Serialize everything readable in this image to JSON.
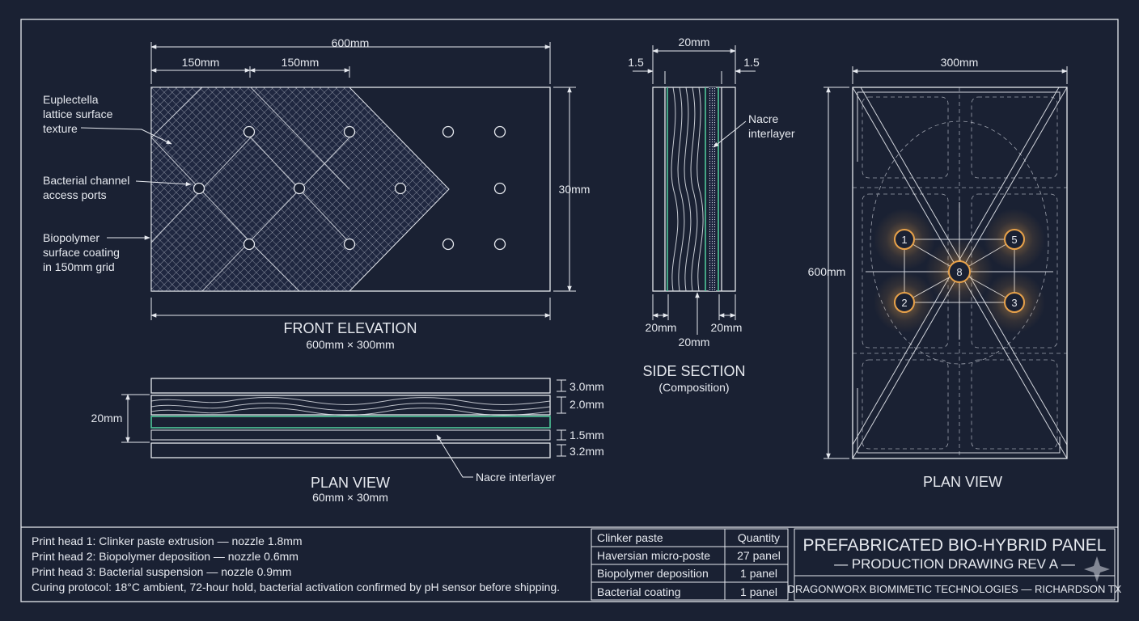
{
  "front": {
    "dim_total": "600mm",
    "dim_a": "150mm",
    "dim_b": "150mm",
    "dim_height": "30mm",
    "callout_lattice": [
      "Euplectella",
      "lattice surface",
      "texture"
    ],
    "callout_ports": [
      "Bacterial channel",
      "access ports"
    ],
    "callout_coating": [
      "Biopolymer",
      "surface coating",
      "in 150mm grid"
    ],
    "title": "FRONT ELEVATION",
    "subtitle": "600mm × 300mm"
  },
  "side": {
    "dim_top": "20mm",
    "dim_left": "1.5",
    "dim_right": "1.5",
    "nacre_label": [
      "Nacre",
      "interlayer"
    ],
    "dim_bot_left": "20mm",
    "dim_bot_mid": "20mm",
    "dim_bot_right": "20mm",
    "title": "SIDE SECTION",
    "subtitle": "(Composition)"
  },
  "plan_small": {
    "dim_height": "20mm",
    "layers": [
      "3.0mm",
      "2.0mm",
      "1.5mm",
      "3.2mm"
    ],
    "nacre_label": "Nacre interlayer",
    "title": "PLAN VIEW",
    "subtitle": "60mm × 30mm"
  },
  "plan_large": {
    "dim_width": "300mm",
    "dim_height": "600mm",
    "nodes": [
      "1",
      "5",
      "8",
      "2",
      "3"
    ],
    "title": "PLAN VIEW"
  },
  "notes": [
    "Print head 1: Clinker paste extrusion — nozzle 1.8mm",
    "Print head 2: Biopolymer deposition — nozzle 0.6mm",
    "Print head 3: Bacterial suspension — nozzle 0.9mm",
    "Curing protocol: 18°C ambient, 72-hour hold, bacterial activation confirmed by pH sensor before shipping."
  ],
  "bom": {
    "headers": [
      "Clinker paste",
      "Quantity"
    ],
    "rows": [
      [
        "Haversian micro-poste",
        "27 panel"
      ],
      [
        "Biopolymer deposition",
        "1 panel"
      ],
      [
        "Bacterial coating",
        "1 panel"
      ]
    ]
  },
  "title_block": {
    "title": "PREFABRICATED BIO-HYBRID PANEL",
    "subtitle": "— PRODUCTION DRAWING REV A —",
    "company": "DRAGONWORX BIOMIMETIC TECHNOLOGIES — RICHARDSON TX"
  },
  "colors": {
    "background": "#1a2133",
    "line": "#e6e9ef",
    "accent_green": "#4fc79a",
    "accent_orange": "#e8a24a"
  }
}
